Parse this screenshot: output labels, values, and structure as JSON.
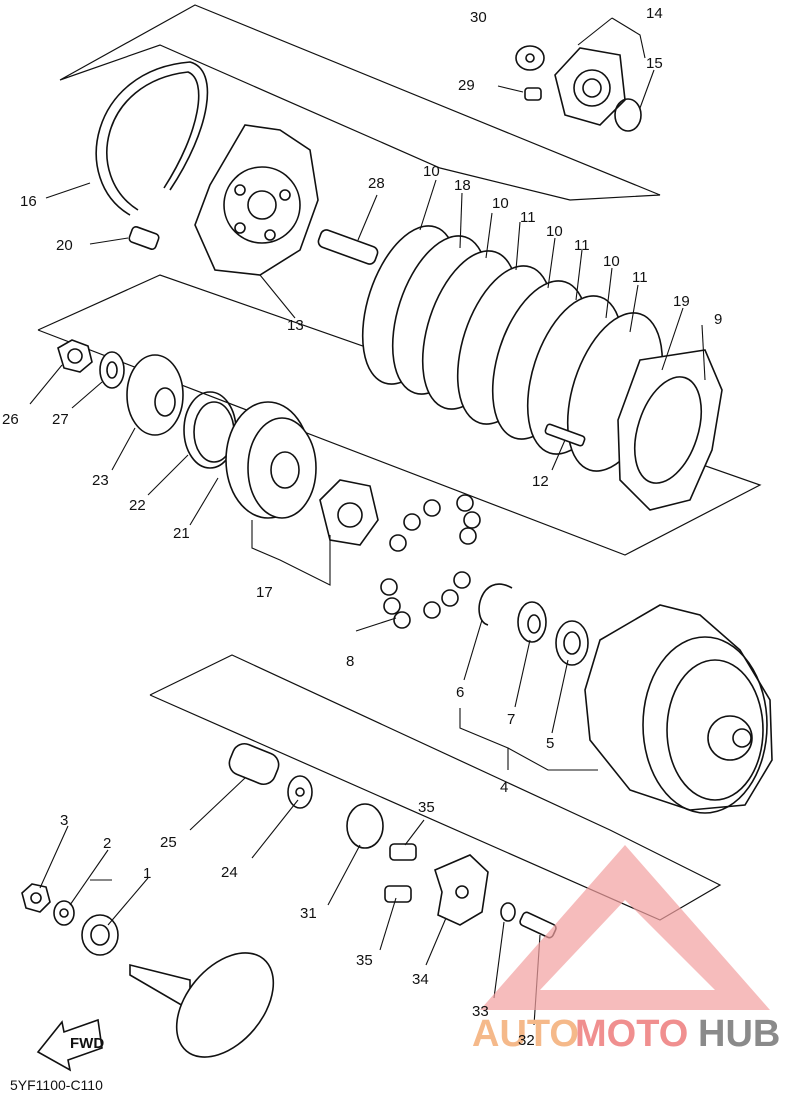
{
  "diagram": {
    "code": "5YF1100-C110",
    "fwd": "FWD",
    "watermark": {
      "part1": "AUTO",
      "part2": "MOTO",
      "part3": "HUB",
      "colors": {
        "auto": "#f5b98a",
        "moto": "#f08f8f",
        "hub": "#8a8a8a",
        "triangle": "#f2a0a0"
      }
    },
    "labels": {
      "n1": "1",
      "n2": "2",
      "n3": "3",
      "n4": "4",
      "n5": "5",
      "n6": "6",
      "n7": "7",
      "n8": "8",
      "n9": "9",
      "n10a": "10",
      "n10b": "10",
      "n10c": "10",
      "n10d": "10",
      "n11a": "11",
      "n11b": "11",
      "n11c": "11",
      "n12": "12",
      "n13": "13",
      "n14": "14",
      "n15": "15",
      "n16": "16",
      "n17": "17",
      "n18": "18",
      "n19": "19",
      "n20": "20",
      "n21": "21",
      "n22": "22",
      "n23": "23",
      "n24": "24",
      "n25": "25",
      "n26": "26",
      "n27": "27",
      "n28": "28",
      "n29": "29",
      "n30": "30",
      "n31": "31",
      "n32": "32",
      "n33": "33",
      "n34": "34",
      "n35a": "35",
      "n35b": "35"
    }
  }
}
